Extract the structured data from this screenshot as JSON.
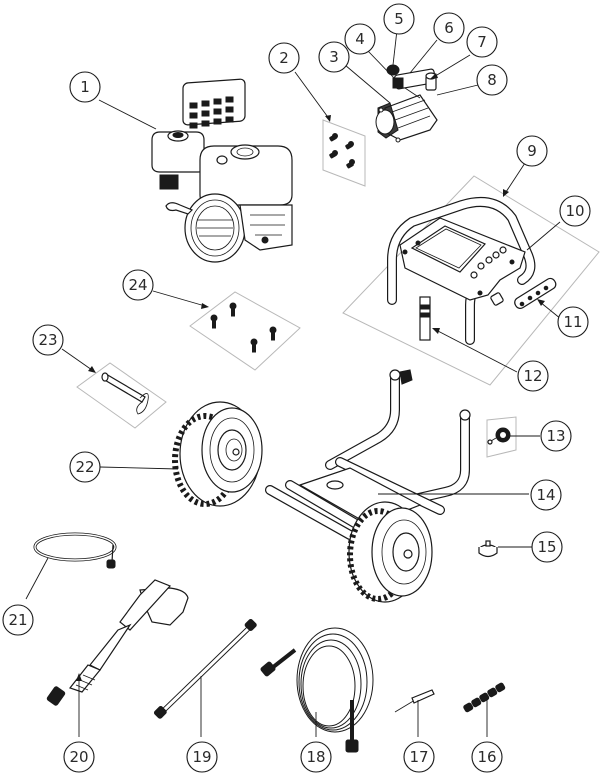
{
  "diagram": {
    "title": "Pressure washer exploded parts diagram",
    "callouts": [
      {
        "number": "1",
        "part": "engine"
      },
      {
        "number": "2",
        "part": "pump-bolts"
      },
      {
        "number": "3",
        "part": "pump"
      },
      {
        "number": "4",
        "part": "pump-fitting"
      },
      {
        "number": "5",
        "part": "pump-inlet"
      },
      {
        "number": "6",
        "part": "pump-manifold"
      },
      {
        "number": "7",
        "part": "pump-outlet"
      },
      {
        "number": "8",
        "part": "pump-unloader"
      },
      {
        "number": "9",
        "part": "handle-assembly"
      },
      {
        "number": "10",
        "part": "control-panel"
      },
      {
        "number": "11",
        "part": "hose-bracket"
      },
      {
        "number": "12",
        "part": "handle-clip"
      },
      {
        "number": "13",
        "part": "handle-knob"
      },
      {
        "number": "14",
        "part": "frame"
      },
      {
        "number": "15",
        "part": "foot"
      },
      {
        "number": "16",
        "part": "nozzles"
      },
      {
        "number": "17",
        "part": "nozzle-cleaner"
      },
      {
        "number": "18",
        "part": "high-pressure-hose"
      },
      {
        "number": "19",
        "part": "wand-extension"
      },
      {
        "number": "20",
        "part": "spray-gun"
      },
      {
        "number": "21",
        "part": "soap-hose"
      },
      {
        "number": "22",
        "part": "wheel"
      },
      {
        "number": "23",
        "part": "axle-pin"
      },
      {
        "number": "24",
        "part": "frame-bolts"
      }
    ]
  }
}
